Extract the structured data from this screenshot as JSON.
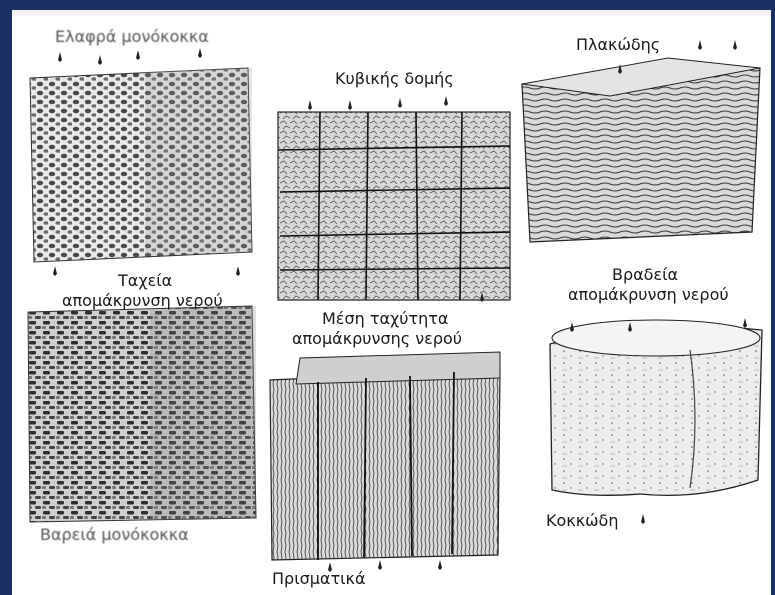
{
  "labels": {
    "light_single_grain": "Ελαφρά μονόκοκκα",
    "fast_drainage_1": "Ταχεία",
    "fast_drainage_2": "απομάκρυνση νερού",
    "heavy_single_grain": "Βαρειά μονόκοκκα",
    "cubic_structure": "Κυβικής δομής",
    "medium_drainage_1": "Μέση ταχύτητα",
    "medium_drainage_2": "απομάκρυνσης νερού",
    "prismatic": "Πρισματικά",
    "platy": "Πλακώδης",
    "slow_drainage_1": "Βραδεία",
    "slow_drainage_2": "απομάκρυνση νερού",
    "granular": "Κοκκώδη"
  },
  "colors": {
    "border": "#1c2f63",
    "ink": "#1a1a1a"
  }
}
